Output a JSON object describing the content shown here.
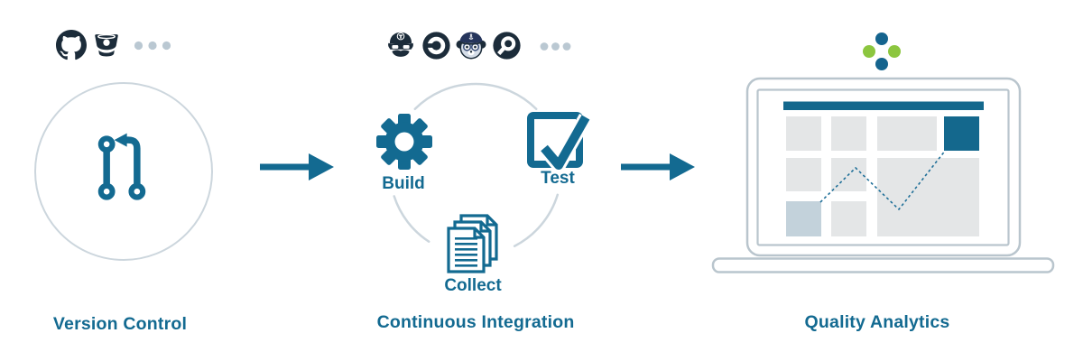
{
  "diagram_title": "CI pipeline flow",
  "palette": {
    "accent_teal": "#136a91",
    "dark_tile_blue": "#14688d",
    "dark_navy": "#1c2c3a",
    "logo_green": "#8cc63f",
    "logo_blue": "#15648e",
    "arc_gray": "#ccd6dd",
    "laptop_gray": "#b9c5cd",
    "tile_gray": "#e4e6e7",
    "tile_steel_blue": "#c3d2db",
    "ellipsis_gray": "#bac8d2"
  },
  "stages": [
    {
      "id": "version-control",
      "label": "Version Control",
      "tools": [
        {
          "icon": "github-icon"
        },
        {
          "icon": "bitbucket-icon"
        },
        {
          "icon": "ellipsis-icon"
        }
      ],
      "center_icon": "git-pull-request-icon"
    },
    {
      "id": "continuous-integration",
      "label": "Continuous Integration",
      "tools": [
        {
          "icon": "travis-ci-icon"
        },
        {
          "icon": "circleci-icon"
        },
        {
          "icon": "captain-lemur-ci-icon"
        },
        {
          "icon": "appveyor-icon"
        },
        {
          "icon": "ellipsis-icon"
        }
      ],
      "steps": [
        {
          "label": "Build",
          "icon": "gear-icon"
        },
        {
          "label": "Test",
          "icon": "checkbox-check-icon"
        },
        {
          "label": "Collect",
          "icon": "stacked-documents-icon"
        }
      ]
    },
    {
      "id": "quality-analytics",
      "label": "Quality Analytics",
      "logo_icon": "plus-dots-logo-icon",
      "illustration": "laptop-dashboard-with-trend-line"
    }
  ],
  "connectors": [
    {
      "icon": "arrow-right-icon"
    },
    {
      "icon": "arrow-right-icon"
    }
  ]
}
